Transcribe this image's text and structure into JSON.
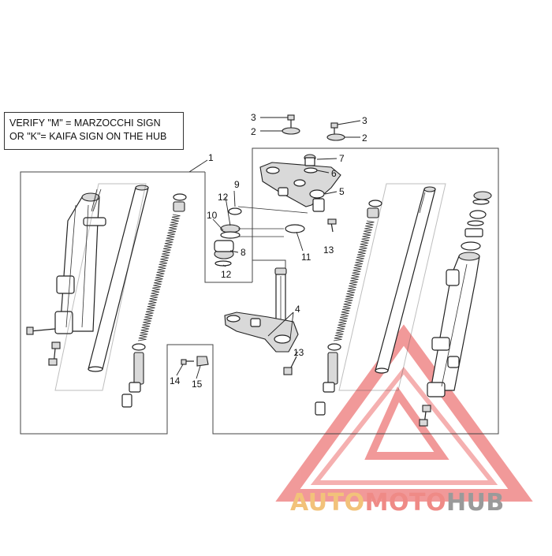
{
  "note": {
    "line1": "VERIFY \"M\" = MARZOCCHI SIGN",
    "line2": "OR \"K\"= KAIFA SIGN ON THE HUB"
  },
  "callouts": {
    "c1": "1",
    "c2a": "2",
    "c2b": "2",
    "c3a": "3",
    "c3b": "3",
    "c4": "4",
    "c5": "5",
    "c6": "6",
    "c7": "7",
    "c8": "8",
    "c9": "9",
    "c10": "10",
    "c11": "11",
    "c12a": "12",
    "c12b": "12",
    "c13a": "13",
    "c13b": "13",
    "c14": "14",
    "c15": "15"
  },
  "watermark": {
    "part1": "AUTO",
    "part2": "MOTO",
    "part3": "HUB",
    "colors": {
      "auto": "#f2c27a",
      "moto": "#ef8a86",
      "hub": "#9a9a9a",
      "triangle": "#f08f8f"
    }
  }
}
